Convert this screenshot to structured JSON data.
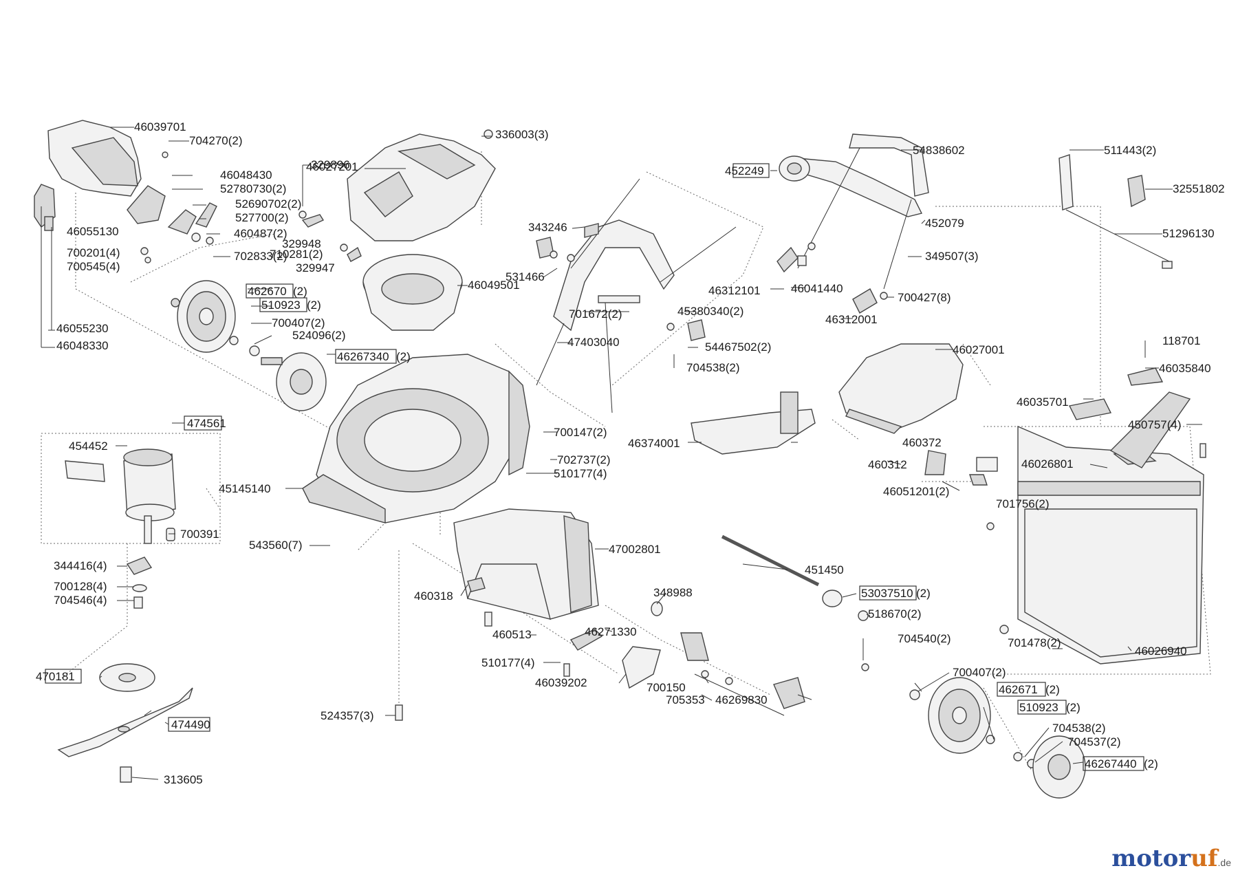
{
  "watermark": {
    "brand_main": "motor",
    "brand_accent": "uf",
    "domain_suffix": ".de"
  },
  "parts": [
    {
      "id": "p1",
      "label": "46039701"
    },
    {
      "id": "p2",
      "label": "704270(2)"
    },
    {
      "id": "p3",
      "label": "46048430"
    },
    {
      "id": "p4",
      "label": "52780730(2)"
    },
    {
      "id": "p5",
      "label": "52690702(2)"
    },
    {
      "id": "p6",
      "label": "527700(2)"
    },
    {
      "id": "p7",
      "label": "46055130"
    },
    {
      "id": "p8",
      "label": "460487(2)"
    },
    {
      "id": "p9",
      "label": "700201(4)"
    },
    {
      "id": "p10",
      "label": "702833(2)"
    },
    {
      "id": "p11",
      "label": "700545(4)"
    },
    {
      "id": "p12",
      "label": "46055230"
    },
    {
      "id": "p13",
      "label": "46048330"
    },
    {
      "id": "p14",
      "label": "46027201"
    },
    {
      "id": "p15",
      "label": "336003(3)"
    },
    {
      "id": "p16",
      "label": "329896"
    },
    {
      "id": "p17",
      "label": "329948"
    },
    {
      "id": "p18",
      "label": "710281(2)"
    },
    {
      "id": "p19",
      "label": "329947"
    },
    {
      "id": "p20",
      "label": "46049501"
    },
    {
      "id": "p21",
      "label": "462670",
      "suffix": "(2)"
    },
    {
      "id": "p22",
      "label": "510923",
      "suffix": "(2)"
    },
    {
      "id": "p23",
      "label": "700407(2)"
    },
    {
      "id": "p24",
      "label": "524096(2)"
    },
    {
      "id": "p25",
      "label": "46267340",
      "suffix": "(2)"
    },
    {
      "id": "p26",
      "label": "343246"
    },
    {
      "id": "p27",
      "label": "531466"
    },
    {
      "id": "p28",
      "label": "701672(2)"
    },
    {
      "id": "p29",
      "label": "45380340(2)"
    },
    {
      "id": "p30",
      "label": "47403040"
    },
    {
      "id": "p31",
      "label": "54467502(2)"
    },
    {
      "id": "p32",
      "label": "704538(2)"
    },
    {
      "id": "p33",
      "label": "452249"
    },
    {
      "id": "p34",
      "label": "54838602"
    },
    {
      "id": "p35",
      "label": "452079"
    },
    {
      "id": "p36",
      "label": "349507(3)"
    },
    {
      "id": "p37",
      "label": "46312101"
    },
    {
      "id": "p38",
      "label": "46041440"
    },
    {
      "id": "p39",
      "label": "700427(8)"
    },
    {
      "id": "p40",
      "label": "46312001"
    },
    {
      "id": "p41",
      "label": "511443(2)"
    },
    {
      "id": "p42",
      "label": "32551802"
    },
    {
      "id": "p43",
      "label": "51296130"
    },
    {
      "id": "p44",
      "label": "46027001"
    },
    {
      "id": "p45",
      "label": "118701"
    },
    {
      "id": "p46",
      "label": "46035840"
    },
    {
      "id": "p47",
      "label": "46035701"
    },
    {
      "id": "p48",
      "label": "450757(4)"
    },
    {
      "id": "p49",
      "label": "46026801"
    },
    {
      "id": "p50",
      "label": "460372"
    },
    {
      "id": "p51",
      "label": "460312"
    },
    {
      "id": "p52",
      "label": "46051201(2)"
    },
    {
      "id": "p53",
      "label": "701756(2)"
    },
    {
      "id": "p54",
      "label": "46374001"
    },
    {
      "id": "p55",
      "label": "700147(2)"
    },
    {
      "id": "p56",
      "label": "702737(2)"
    },
    {
      "id": "p57",
      "label": "510177(4)"
    },
    {
      "id": "p58",
      "label": "474561"
    },
    {
      "id": "p59",
      "label": "454452"
    },
    {
      "id": "p60",
      "label": "45145140"
    },
    {
      "id": "p61",
      "label": "700391"
    },
    {
      "id": "p62",
      "label": "543560(7)"
    },
    {
      "id": "p63",
      "label": "344416(4)"
    },
    {
      "id": "p64",
      "label": "700128(4)"
    },
    {
      "id": "p65",
      "label": "704546(4)"
    },
    {
      "id": "p66",
      "label": "47002801"
    },
    {
      "id": "p67",
      "label": "460318"
    },
    {
      "id": "p68",
      "label": "451450"
    },
    {
      "id": "p69",
      "label": "348988"
    },
    {
      "id": "p70",
      "label": "53037510",
      "suffix": "(2)"
    },
    {
      "id": "p71",
      "label": "518670(2)"
    },
    {
      "id": "p72",
      "label": "701478(2)"
    },
    {
      "id": "p73",
      "label": "46026940"
    },
    {
      "id": "p74",
      "label": "460513"
    },
    {
      "id": "p75",
      "label": "46271330"
    },
    {
      "id": "p76",
      "label": "704540(2)"
    },
    {
      "id": "p77",
      "label": "510177(4)"
    },
    {
      "id": "p78",
      "label": "46039202"
    },
    {
      "id": "p79",
      "label": "700150"
    },
    {
      "id": "p80",
      "label": "705353"
    },
    {
      "id": "p81",
      "label": "46269830"
    },
    {
      "id": "p82",
      "label": "700407(2)"
    },
    {
      "id": "p83",
      "label": "462671",
      "suffix": "(2)"
    },
    {
      "id": "p84",
      "label": "510923",
      "suffix": "(2)"
    },
    {
      "id": "p85",
      "label": "470181"
    },
    {
      "id": "p86",
      "label": "524357(3)"
    },
    {
      "id": "p87",
      "label": "704538(2)"
    },
    {
      "id": "p88",
      "label": "704537(2)"
    },
    {
      "id": "p89",
      "label": "46267440",
      "suffix": "(2)"
    },
    {
      "id": "p90",
      "label": "474490"
    },
    {
      "id": "p91",
      "label": "313605"
    }
  ]
}
